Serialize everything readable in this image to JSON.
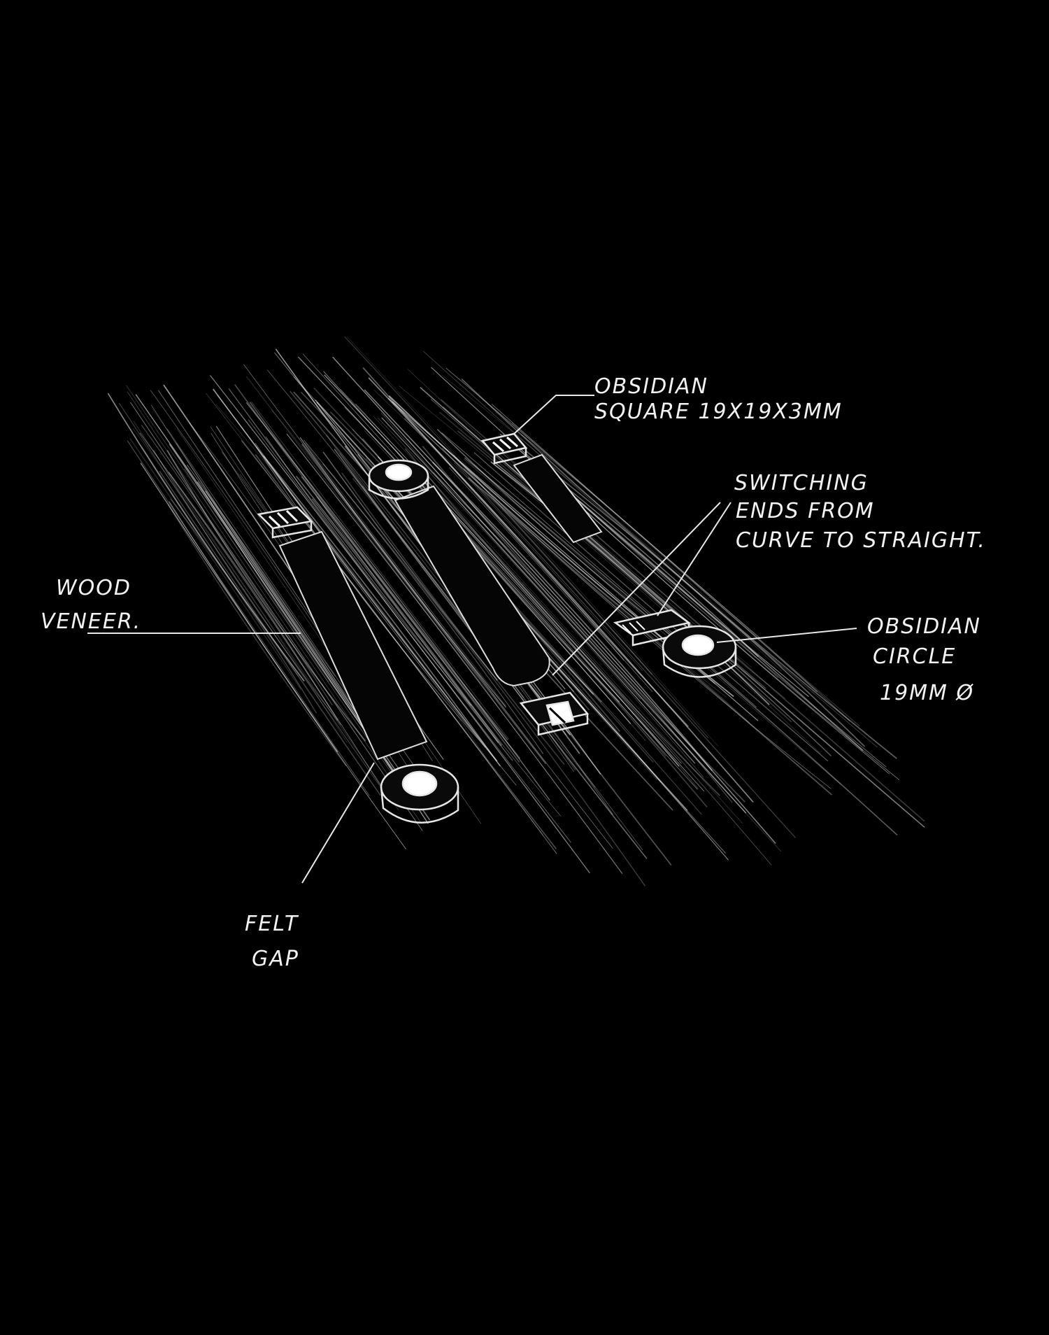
{
  "colors": {
    "background": "#000000",
    "ink": "#f2f2f2"
  },
  "annotations": {
    "obsidian_square_line1": "OBSIDIAN",
    "obsidian_square_line2": "SQUARE 19X19X3MM",
    "switching_line1": "SWITCHING",
    "switching_line2": "ENDS FROM",
    "switching_line3": "CURVE TO STRAIGHT.",
    "wood_line1": "WOOD",
    "wood_line2": "VENEER.",
    "obsidian_circle_line1": "OBSIDIAN",
    "obsidian_circle_line2": "CIRCLE",
    "obsidian_circle_line3": "19MM Ø",
    "felt_line1": "FELT",
    "felt_line2": "GAP"
  }
}
